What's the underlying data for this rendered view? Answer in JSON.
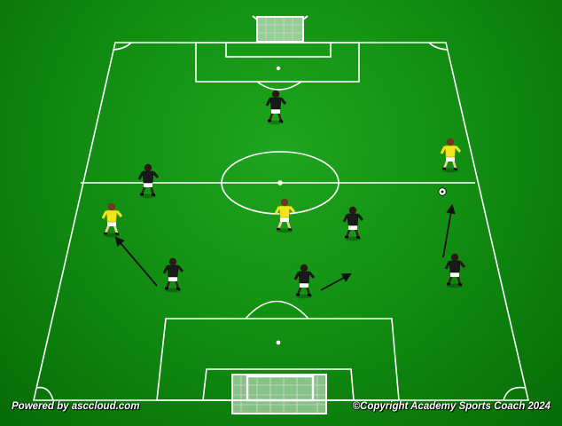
{
  "footer": {
    "powered_by": "Powered by asccloud.com",
    "copyright": "©Copyright Academy Sports Coach 2024"
  },
  "colors": {
    "pitch_light": "#1fa51f",
    "pitch_dark": "#066b06",
    "lines": "#ffffff",
    "team_yellow": "#f2e61a",
    "team_black": "#1a1a1a",
    "arrow": "#111111"
  },
  "players": [
    {
      "team": "black",
      "label": ""
    },
    {
      "team": "black",
      "label": ""
    },
    {
      "team": "yellow",
      "label": ""
    },
    {
      "team": "yellow",
      "label": ""
    },
    {
      "team": "yellow",
      "label": ""
    },
    {
      "team": "black",
      "label": ""
    },
    {
      "team": "black",
      "label": ""
    },
    {
      "team": "black",
      "label": ""
    },
    {
      "team": "black",
      "label": ""
    }
  ]
}
